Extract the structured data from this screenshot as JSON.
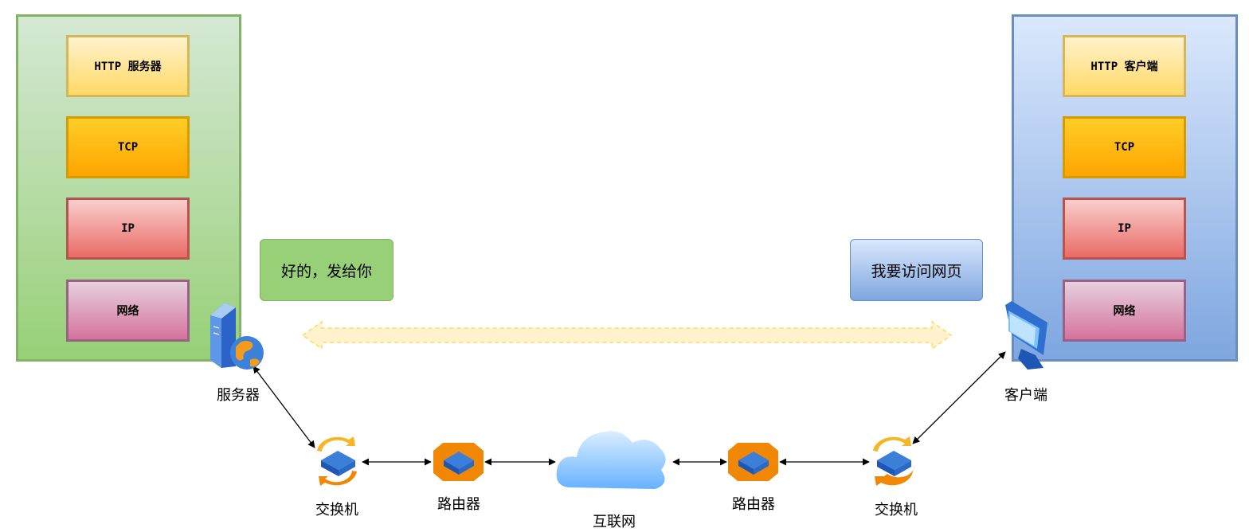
{
  "server_stack": {
    "layers": [
      {
        "label": "HTTP 服务器"
      },
      {
        "label": "TCP"
      },
      {
        "label": "IP"
      },
      {
        "label": "网络"
      }
    ]
  },
  "client_stack": {
    "layers": [
      {
        "label": "HTTP 客户端"
      },
      {
        "label": "TCP"
      },
      {
        "label": "IP"
      },
      {
        "label": "网络"
      }
    ]
  },
  "messages": {
    "server_reply": "好的，发给你",
    "client_request": "我要访问网页"
  },
  "nodes": {
    "server": "服务器",
    "client": "客户端",
    "switch_left": "交换机",
    "router_left": "路由器",
    "internet": "互联网",
    "router_right": "路由器",
    "switch_right": "交换机"
  },
  "icons": {
    "server": "server-globe-icon",
    "client": "monitor-icon",
    "switch": "switch-icon",
    "router": "router-icon",
    "cloud": "cloud-icon"
  },
  "colors": {
    "server_panel": "#97d077",
    "client_panel": "#7ea6e0",
    "http_layer": "#ffd966",
    "tcp_layer": "#ffa500",
    "ip_layer": "#ea6b66",
    "net_layer": "#d5739d",
    "router": "#f08705",
    "cloud": "#66b2ff",
    "logical_link": "#fff2cc"
  }
}
